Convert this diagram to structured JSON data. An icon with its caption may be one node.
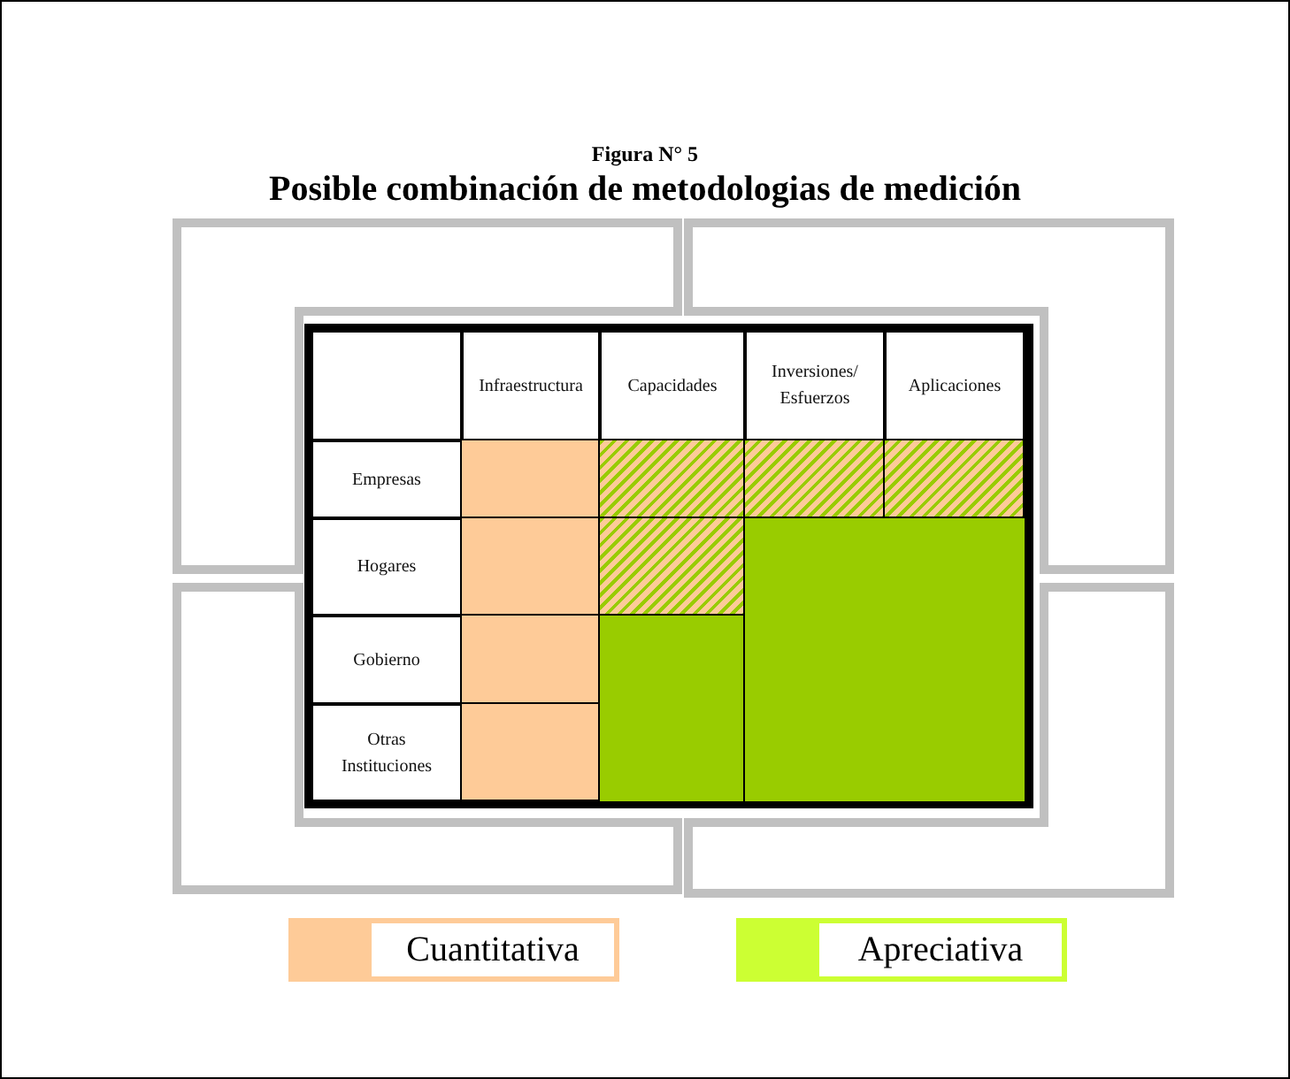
{
  "diagram": {
    "title": "Posible combinación de metodologias de medición",
    "labels": [
      "Figura N° 5",
      "Infraestructura",
      "Capacidades",
      "Inversiones/ Esfuerzos",
      "Aplicaciones",
      "Empresas",
      "Hogares",
      "Gobierno",
      "Otras Instituciones"
    ],
    "legend": [
      {
        "text": "Cuantitativa",
        "color": "#fecb98"
      },
      {
        "text": "Apreciativa",
        "color": "#ccff33"
      }
    ]
  }
}
